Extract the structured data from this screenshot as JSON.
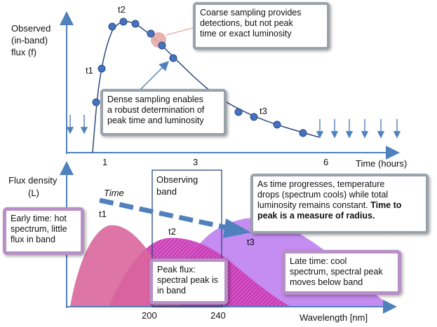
{
  "top": {
    "y_label": [
      "Observed",
      "(in-band)",
      "flux (f)"
    ],
    "x_label": "Time (hours)",
    "x_ticks": [
      "1",
      "3",
      "6"
    ],
    "time_labels": {
      "t1": "t1",
      "t2": "t2",
      "t3": "t3"
    }
  },
  "bottom": {
    "y_label": [
      "Flux density",
      "(L)"
    ],
    "x_label": "Wavelength [nm]",
    "x_ticks": [
      "200",
      "240"
    ],
    "band_label": [
      "Observing",
      "band"
    ],
    "time_arrow_label": "Time",
    "curve_labels": {
      "t1": "t1",
      "t2": "t2",
      "t3": "t3"
    }
  },
  "callouts": {
    "coarse": [
      "Coarse sampling provides",
      "detections, but not peak",
      "time or exact luminosity"
    ],
    "dense": [
      "Dense sampling enables",
      "a robust determination of",
      "peak time and luminosity"
    ],
    "progress": {
      "line1": "As time progresses, temperature",
      "line2": "drops (spectrum cools) while total",
      "line3_normal": "luminosity remains constant. ",
      "line3_bold": "Time to",
      "line4_bold": "peak is a measure of radius."
    },
    "early": [
      "Early time: hot",
      "spectrum, little",
      "flux in band"
    ],
    "peak": [
      "Peak flux:",
      "spectral peak is",
      "in band"
    ],
    "late": [
      "Late time: cool",
      "spectrum, spectral peak",
      "moves below band"
    ]
  },
  "colors": {
    "axis": "#4f81bd",
    "curve": "#2c4a7c",
    "dot": "#4472c4",
    "highlight": "#e8a8a8",
    "early_fill": "#d9669c",
    "mid_fill": "#c052c0",
    "late_fill": "#bf80f0"
  }
}
